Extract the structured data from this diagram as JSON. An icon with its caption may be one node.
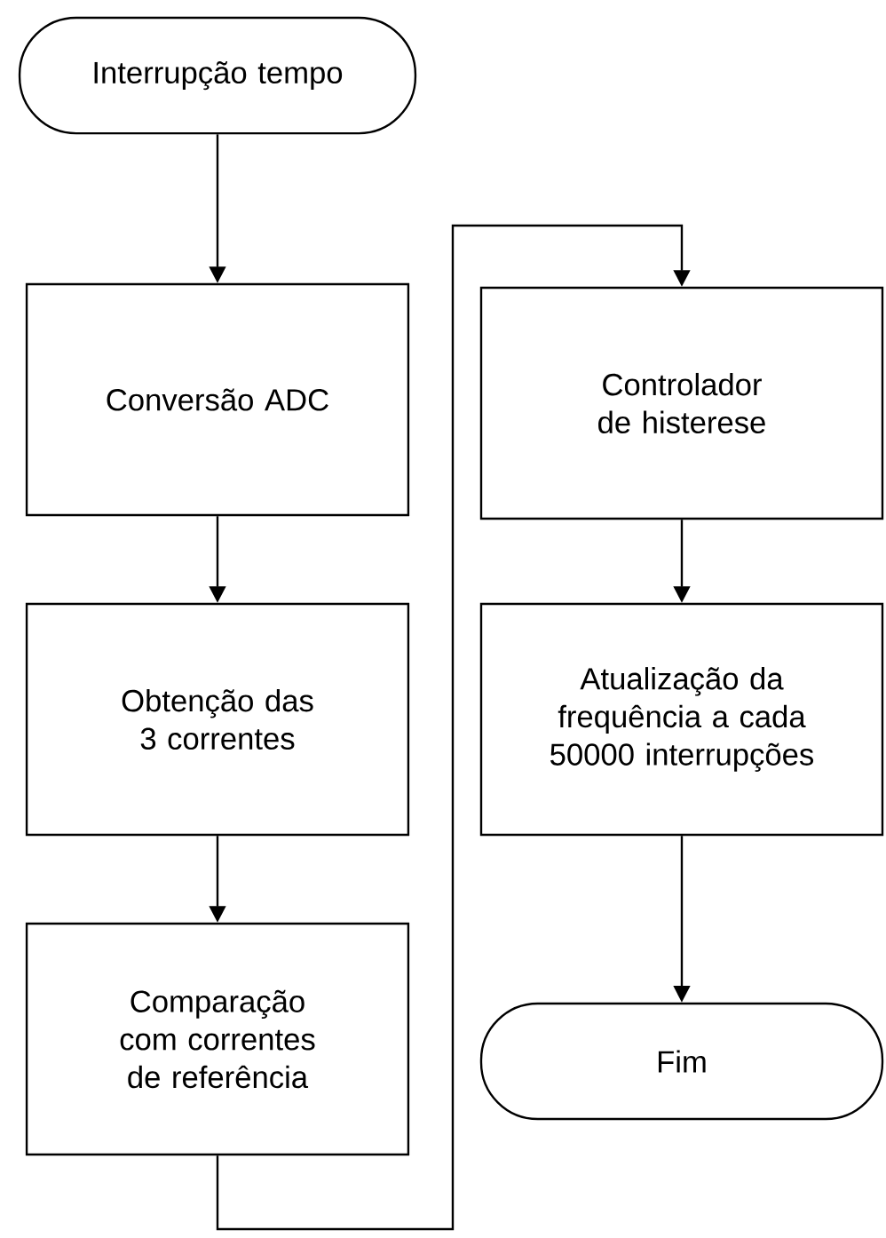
{
  "diagram": {
    "nodes": [
      {
        "text": [
          "Interrupção tempo"
        ]
      },
      {
        "text": [
          "Conversão ADC"
        ]
      },
      {
        "text": [
          "Obtenção das 3 correntes"
        ]
      },
      {
        "text": [
          "Comparação com correntes de referência"
        ]
      },
      {
        "text": [
          "Controlador de histerese"
        ]
      },
      {
        "text": [
          "Atualização da frequência a cada 50000 interrupções"
        ]
      },
      {
        "text": [
          "Fim"
        ]
      }
    ],
    "edges": [
      {
        "from": 0,
        "to": 1,
        "arrow": "to"
      },
      {
        "from": 1,
        "to": 2,
        "arrow": "to"
      },
      {
        "from": 2,
        "to": 3,
        "arrow": "to"
      },
      {
        "from": 3,
        "to": 4,
        "arrow": "to"
      },
      {
        "from": 4,
        "to": 5,
        "arrow": "to"
      },
      {
        "from": 5,
        "to": 6,
        "arrow": "to"
      }
    ]
  }
}
